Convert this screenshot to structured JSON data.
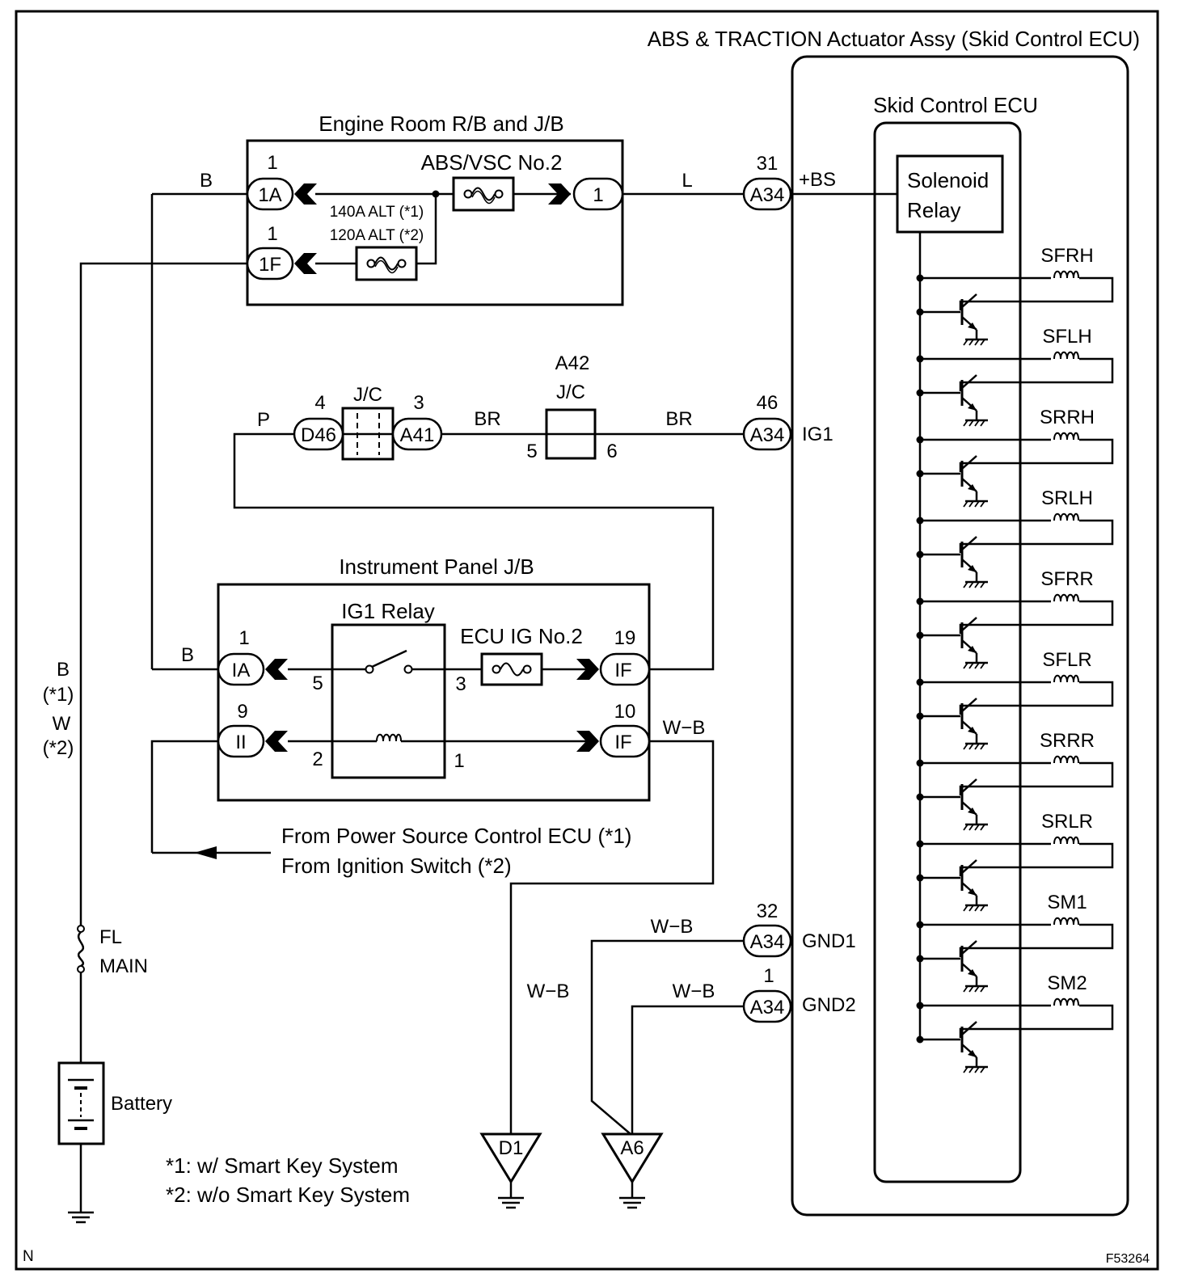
{
  "labels": {
    "actuator": "ABS & TRACTION Actuator Assy (Skid Control ECU)",
    "skid_ecu": "Skid Control ECU",
    "solenoid_relay_1": "Solenoid",
    "solenoid_relay_2": "Relay",
    "engine_rb": "Engine Room R/B and J/B",
    "abs_vsc": "ABS/VSC No.2",
    "alt140": "140A ALT (*1)",
    "alt120": "120A ALT (*2)",
    "a42": "A42",
    "jc_a42": "J/C",
    "jc_d46": "J/C",
    "ip_jb": "Instrument Panel J/B",
    "ig1_relay": "IG1 Relay",
    "ecu_ig": "ECU IG No.2",
    "from_power": "From Power Source Control ECU (*1)",
    "from_ign": "From Ignition Switch (*2)",
    "fl_1": "FL",
    "fl_2": "MAIN",
    "battery": "Battery",
    "note1": "*1: w/ Smart Key System",
    "note2": "*2: w/o Smart Key System",
    "corner_n": "N",
    "figure_id": "F53264",
    "pin_bs": "+BS",
    "pin_ig1": "IG1",
    "pin_gnd1": "GND1",
    "pin_gnd2": "GND2"
  },
  "wires": {
    "b_top": "B",
    "l": "L",
    "p": "P",
    "br1": "BR",
    "br2": "BR",
    "b_mid": "B",
    "wb_if": "W−B",
    "wb_g1": "W−B",
    "wb_g2": "W−B",
    "wb_d1": "W−B",
    "left_b": "B",
    "left_b_note": "(*1)",
    "left_w": "W",
    "left_w_note": "(*2)"
  },
  "connectors": {
    "c1a_top": "1A",
    "c1a_top_num": "1",
    "c1f": "1F",
    "c1f_num": "1",
    "c1_right": "1",
    "a34_bs": "A34",
    "a34_bs_num": "31",
    "d46": "D46",
    "d46_num": "4",
    "a41": "A41",
    "a41_num": "3",
    "a42_pin_in": "5",
    "a42_pin_out": "6",
    "a34_ig": "A34",
    "a34_ig_num": "46",
    "ia": "IA",
    "ia_num": "1",
    "ii": "II",
    "ii_num": "9",
    "if_top": "IF",
    "if_top_num": "19",
    "if_bot": "IF",
    "if_bot_num": "10",
    "relay_5": "5",
    "relay_3": "3",
    "relay_2": "2",
    "relay_1": "1",
    "a34_g1": "A34",
    "a34_g1_num": "32",
    "a34_g2": "A34",
    "a34_g2_num": "1",
    "gnd_d1": "D1",
    "gnd_a6": "A6"
  },
  "solenoids": [
    "SFRH",
    "SFLH",
    "SRRH",
    "SRLH",
    "SFRR",
    "SFLR",
    "SRRR",
    "SRLR",
    "SM1",
    "SM2"
  ]
}
